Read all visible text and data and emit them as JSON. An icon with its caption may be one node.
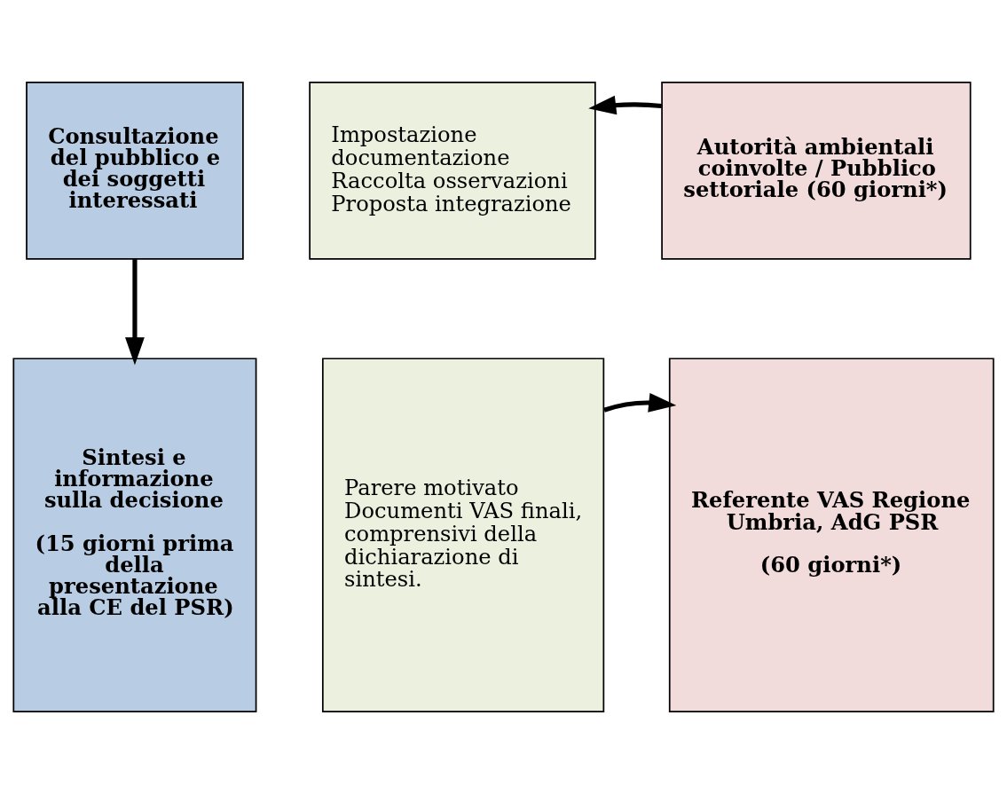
{
  "diagram": {
    "nodes": [
      {
        "text": [
          "Consultazione del pubblico e dei soggetti interessati"
        ]
      },
      {
        "text": [
          "Impostazione documentazione",
          "Raccolta osservazioni",
          "Proposta integrazione"
        ]
      },
      {
        "text": [
          "Autorità ambientali coinvolte / Pubblico settoriale (60 giorni*)"
        ]
      },
      {
        "text": [
          "Sintesi e informazione sulla decisione",
          "(15 giorni prima della presentazione alla CE del PSR)"
        ]
      },
      {
        "text": [
          "Parere motivato",
          "Documenti VAS finali, comprensivi della dichiarazione di sintesi."
        ]
      },
      {
        "text": [
          "Referente VAS Regione Umbria, AdG PSR",
          "(60 giorni*)"
        ]
      }
    ],
    "edges": [
      {
        "from": 2,
        "to": 1,
        "arrow": "to"
      },
      {
        "from": 0,
        "to": 3,
        "arrow": "to"
      },
      {
        "from": 4,
        "to": 5,
        "arrow": "to"
      }
    ]
  }
}
